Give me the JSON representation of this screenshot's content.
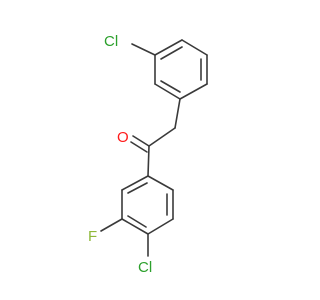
{
  "molecule": {
    "atom_labels": {
      "cl_top": "Cl",
      "o": "O",
      "f": "F",
      "cl_bottom": "Cl"
    },
    "colors": {
      "bond": "#3a3a3a",
      "chlorine": "#2ca02c",
      "oxygen": "#ff1a1a",
      "fluorine": "#8fb83a"
    }
  }
}
